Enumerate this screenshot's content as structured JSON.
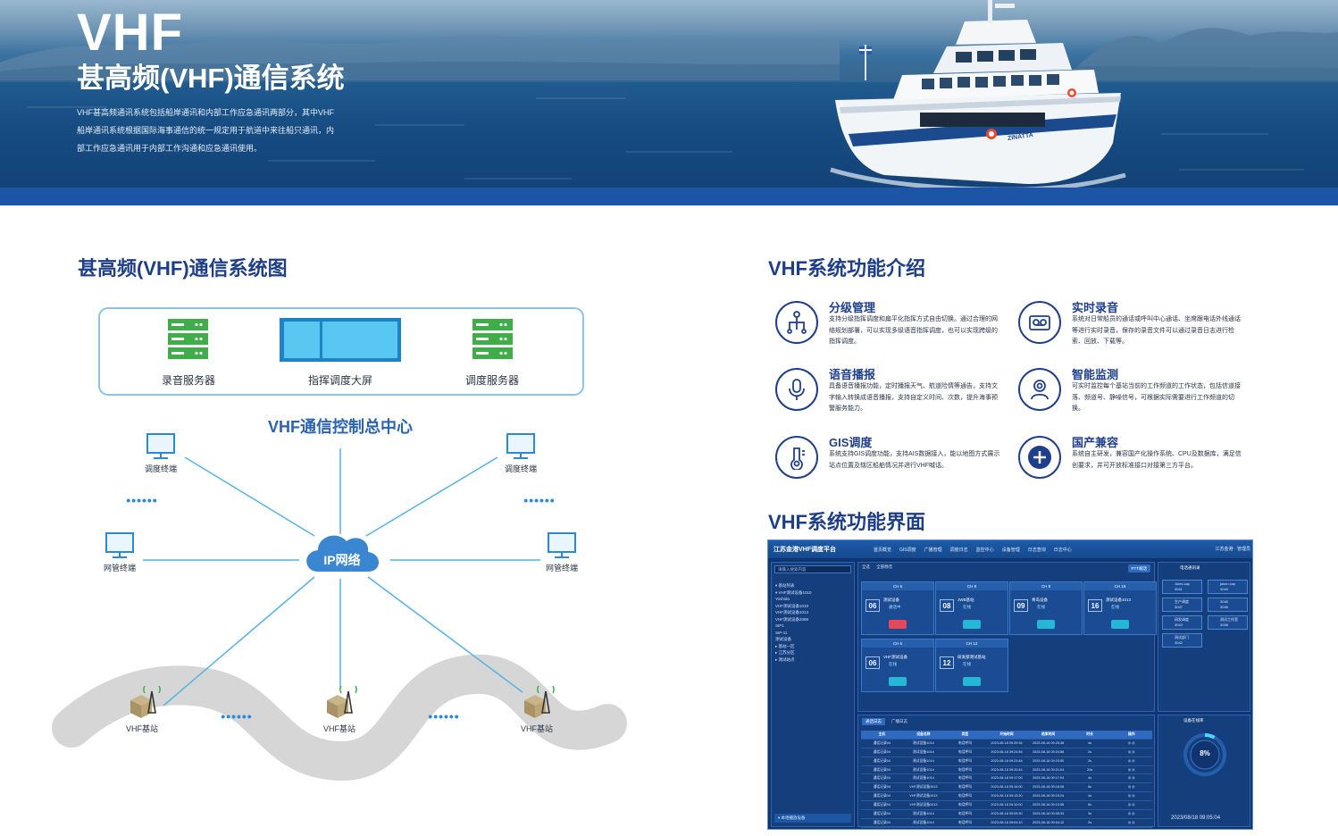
{
  "hero": {
    "title": "VHF",
    "subtitle": "甚高频(VHF)通信系统",
    "desc_lines": [
      "VHF甚高频通讯系统包括船岸通讯和内部工作应急通讯两部分，其中VHF",
      "船岸通讯系统根据国际海事通信的统一规定用于航道中来往船只通讯，内",
      "部工作应急通讯用于内部工作沟通和应急通讯使用。"
    ],
    "ship_name": "ZINATTA",
    "colors": {
      "band": "#1d55a6",
      "sea": "#164c82"
    }
  },
  "diagram": {
    "title": "甚高频(VHF)通信系统图",
    "servers": [
      "录音服务器",
      "指挥调度大屏",
      "调度服务器"
    ],
    "center_label": "VHF通信控制总中心",
    "cloud_label": "IP网络",
    "terminals": [
      "调度终端",
      "调度终端",
      "网管终端",
      "网管终端"
    ],
    "base_stations": [
      "VHF基站",
      "VHF基站",
      "VHF基站"
    ],
    "ellipsis": "••••••",
    "colors": {
      "server": "#3fae49",
      "line": "#55b3e3",
      "cloud": "#3a86d0",
      "road": "#d6d6d6"
    }
  },
  "features": {
    "title": "VHF系统功能介绍",
    "items": [
      {
        "icon": "hierarchy-icon",
        "title": "分级管理",
        "desc": "支持分级指挥调度和扁平化指挥方式自由切换。通过合理的网络规划部署，可以实现多级语音指挥调度，也可以实现跨级的指挥调度。"
      },
      {
        "icon": "recorder-icon",
        "title": "实时录音",
        "desc": "系统对日常船员的通话或呼叫中心通话、坐席跟电话外线通话等进行实时录音，保存的录音文件可以通过录音日志进行检索、回放、下载等。"
      },
      {
        "icon": "microphone-icon",
        "title": "语音播报",
        "desc": "具备语音播报功能，定时播报天气、航道险情等通告，支持文字输入转换成语音播报，支持自定义时间、次数，提升海事预警服务能力。"
      },
      {
        "icon": "monitor-person-icon",
        "title": "智能监测",
        "desc": "可实时监控每个基站当前的工作频道的工作状态，包括信道接落、频道号、静噪信号，可根据实际需要进行工作频道的切换。"
      },
      {
        "icon": "thermometer-icon",
        "title": "GIS调度",
        "desc": "系统支持GIS调度功能，支持AIS数据接入，能以地图方式展示站点位置及辖区船舶情况并进行VHF喊话。"
      },
      {
        "icon": "plus-circle-icon",
        "title": "国产兼容",
        "desc": "系统自主研发，兼容国产化操作系统、CPU及数据库，满足信创要求，并可开放标准接口对接第三方平台。"
      }
    ]
  },
  "interface": {
    "title": "VHF系统功能界面",
    "app_name": "江苏金港VHF调度平台",
    "nav": [
      "首页概览",
      "GIS调度",
      "广播管理",
      "调度日志",
      "监控中心",
      "设备管理",
      "日志查询",
      "日志中心"
    ],
    "user": "江苏金港 · 管理员",
    "search_placeholder": "请输入搜索内容",
    "tree": [
      "▾ 基站列表",
      "  ▾ VHF测试设备1010",
      "    Yoshida",
      "    VHF测试设备1010",
      "    VHF测试设备1013",
      "    VHF测试设备2089",
      "    SIP1",
      "    SIP-11",
      "    测试设备",
      "  ▸ 基站一区",
      "▸ 江苏分区",
      "▸ 测试站点"
    ],
    "tabs": [
      "全选",
      "全部静音"
    ],
    "ptt": "PTT喊话",
    "cards": [
      {
        "num": "06",
        "name": "测试设备",
        "state": "通话中",
        "ch": "CH 6"
      },
      {
        "num": "08",
        "name": "JWB基站",
        "state": "在线",
        "ch": "CH 8"
      },
      {
        "num": "09",
        "name": "青岛设备",
        "state": "在线",
        "ch": "CH 9"
      },
      {
        "num": "16",
        "name": "测试设备1013",
        "state": "在线",
        "ch": "CH 16"
      },
      {
        "num": "06",
        "name": "VHF测试设备",
        "state": "在线",
        "ch": "CH 6"
      },
      {
        "num": "12",
        "name": "研发部测试基站",
        "state": "在线",
        "ch": "CH 12"
      }
    ],
    "log_tabs": [
      "通话日志",
      "广播日志"
    ],
    "table_head": [
      "主机",
      "设备名称",
      "类型",
      "开始时间",
      "结束时间",
      "时长",
      "操作"
    ],
    "table_rows": [
      [
        "通话记录04",
        "测试设备1014",
        "电话呼叫",
        "2023-08-18 09:25:34",
        "2023-08-18 09:25:38",
        "4s",
        "◎ ◎"
      ],
      [
        "通话记录04",
        "测试设备1014",
        "电话呼叫",
        "2023-08-18 09:24:56",
        "2023-08-18 09:24:58",
        "2s",
        "◎ ◎"
      ],
      [
        "通话记录04",
        "测试设备1014",
        "电话呼叫",
        "2023-08-18 09:23:48",
        "2023-08-18 09:23:50",
        "2s",
        "◎ ◎"
      ],
      [
        "通话记录04",
        "测试设备1014",
        "电话呼叫",
        "2023-08-18 09:20:44",
        "2023-08-18 09:21:04",
        "20s",
        "◎ ◎"
      ],
      [
        "通话记录04",
        "测试设备1014",
        "电话呼叫",
        "2023-08-18 09:17:00",
        "2023-08-18 09:17:04",
        "4s",
        "◎ ◎"
      ],
      [
        "通话记录04",
        "VHF测试设备1013",
        "电话呼叫",
        "2023-08-18 09:16:00",
        "2023-08-18 09:16:08",
        "8s",
        "◎ ◎"
      ],
      [
        "通话记录04",
        "VHF测试设备1013",
        "电话呼叫",
        "2023-08-18 09:15:20",
        "2023-08-18 09:15:24",
        "4s",
        "◎ ◎"
      ],
      [
        "通话记录04",
        "VHF测试设备1013",
        "电话呼叫",
        "2023-08-18 09:10:00",
        "2023-08-18 09:10:06",
        "6s",
        "◎ ◎"
      ],
      [
        "通话记录04",
        "测试设备1014",
        "电话呼叫",
        "2023-08-18 09:05:30",
        "2023-08-18 09:05:33",
        "3s",
        "◎ ◎"
      ],
      [
        "通话记录04",
        "测试设备1014",
        "电话呼叫",
        "2023-08-18 09:04:10",
        "2023-08-18 09:04:12",
        "2s",
        "◎ ◎"
      ]
    ],
    "right_title": "电话通讯录",
    "right_cells": [
      "Jules.cap\n3041",
      "jason.cap\n3040",
      "生产调度\n3047",
      "3045\n3046",
      "研发调度\n3043",
      "测试工作室\n3098",
      "测试部门\n3042"
    ],
    "gauge_title": "设备在线率",
    "gauge_value": "8%",
    "gauge_percent": 8,
    "timestamp": "2023/08/18 09:05:04",
    "left_footer": "▾ 本地播放设备"
  }
}
